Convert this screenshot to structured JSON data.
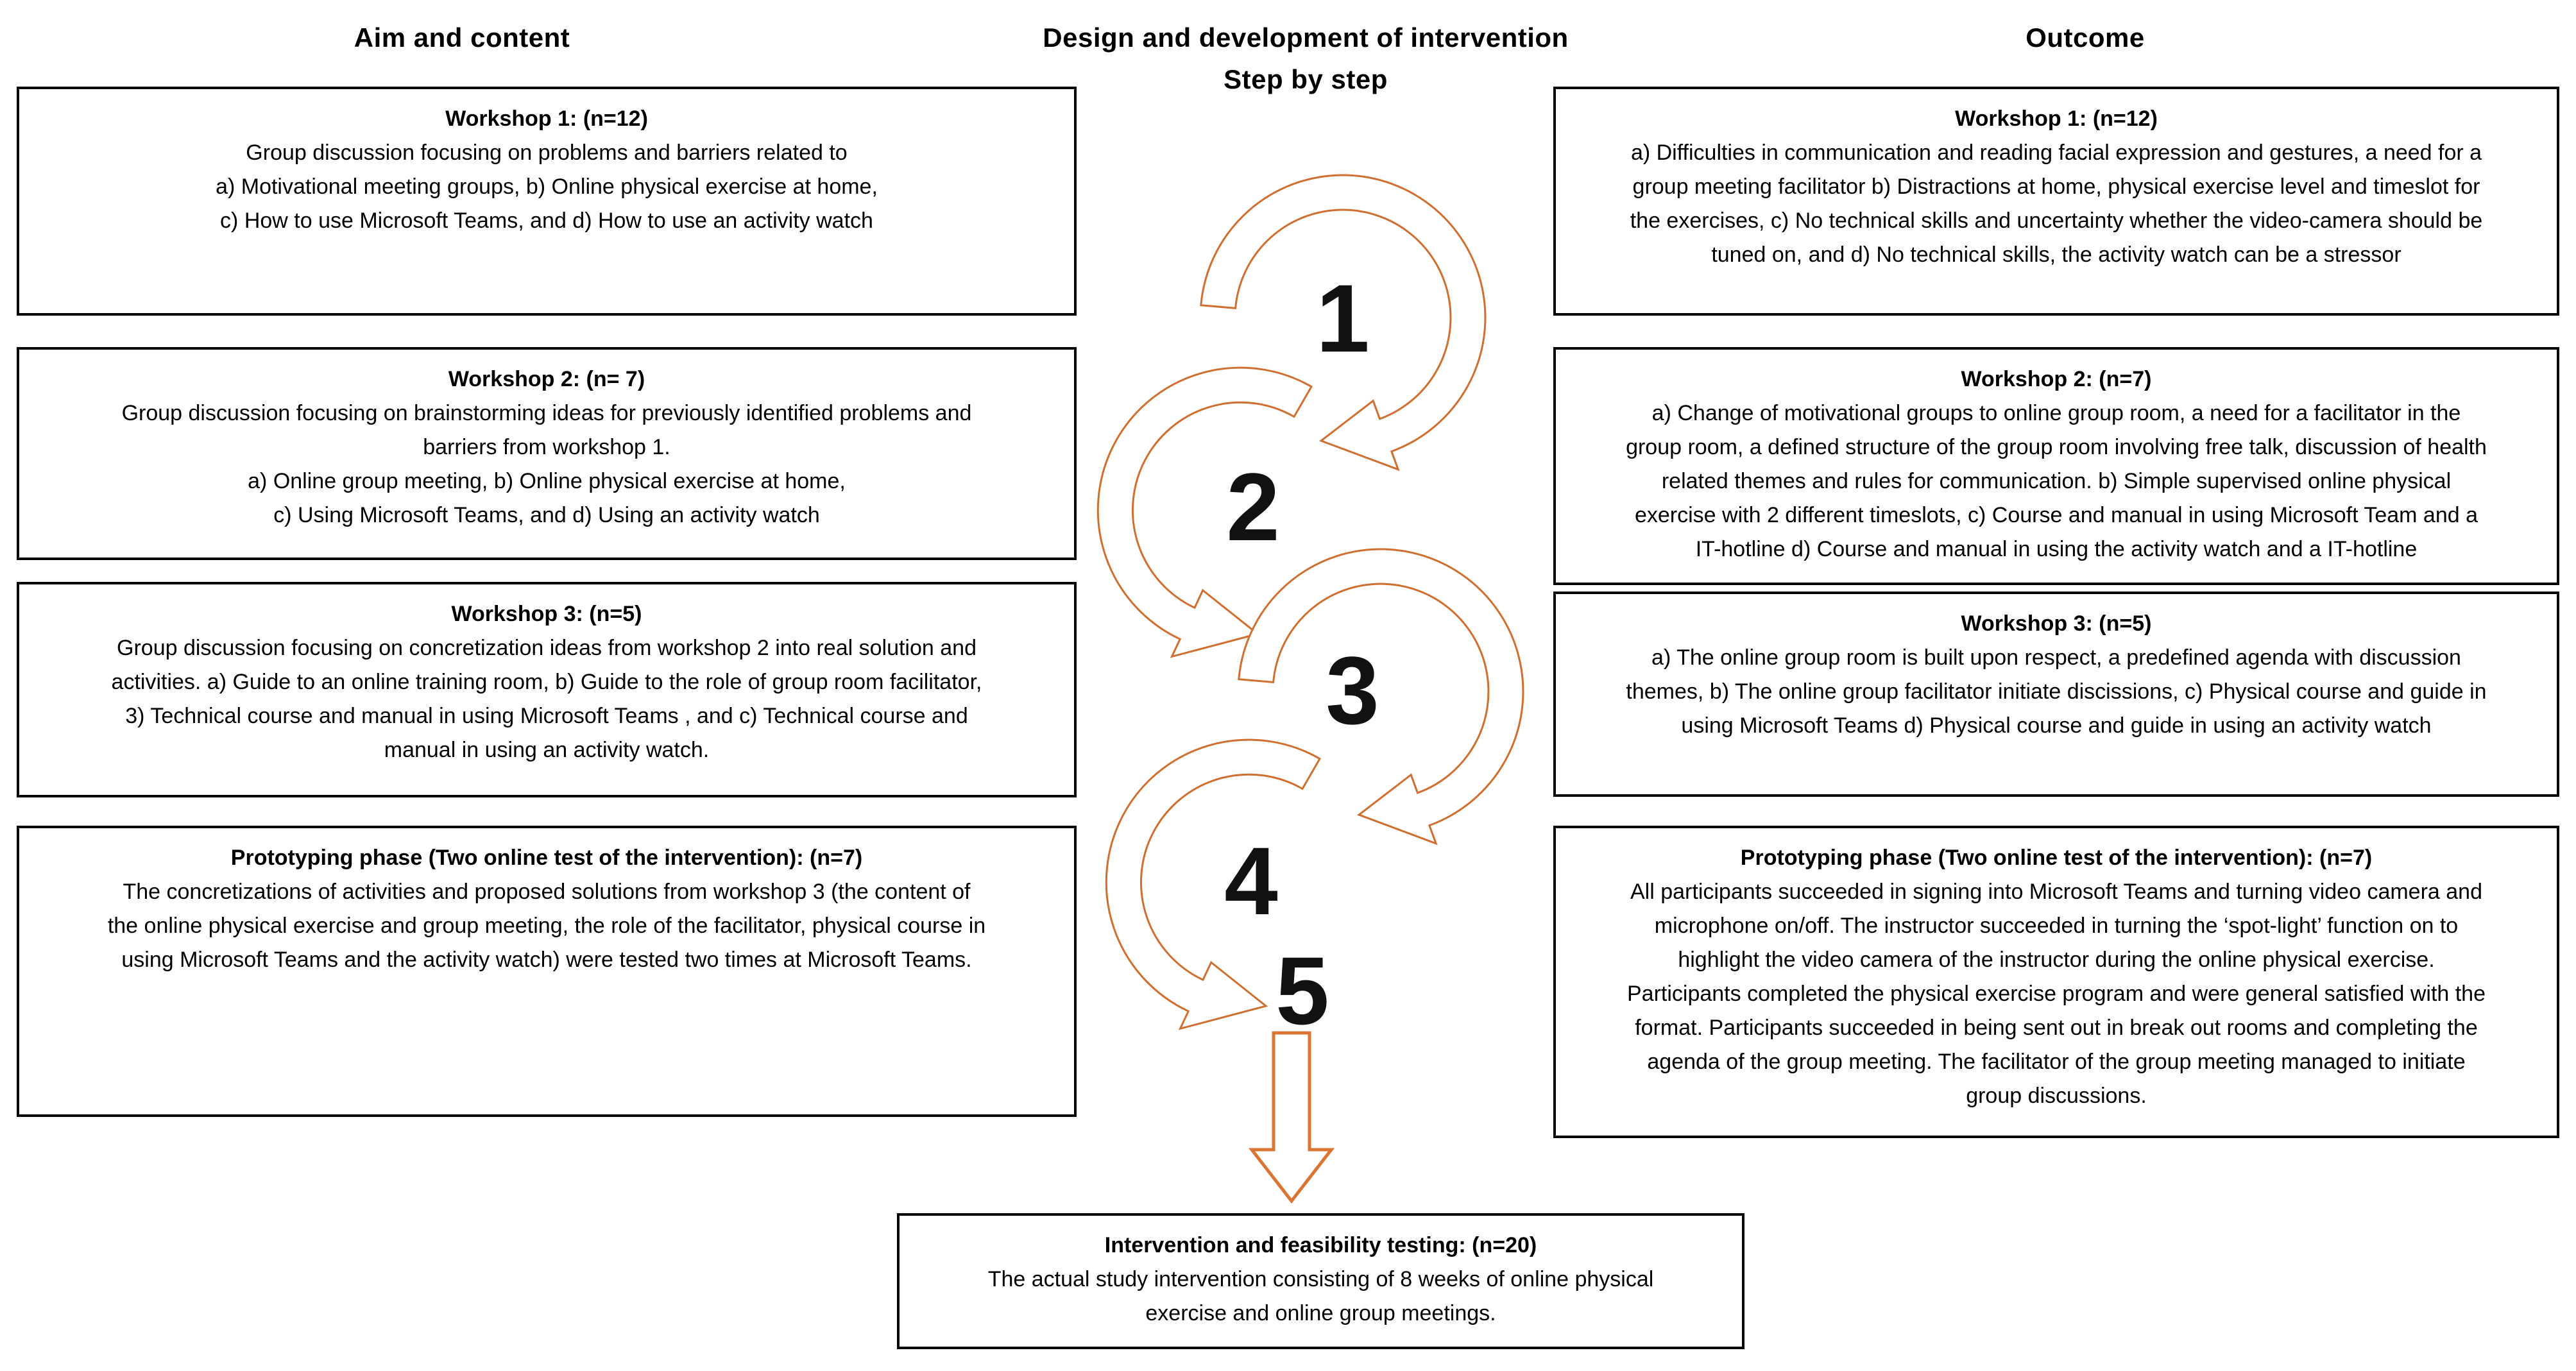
{
  "columns": {
    "left_header": "Aim and content",
    "center_header_line1": "Design and development of intervention",
    "center_header_line2": "Step by step",
    "right_header": "Outcome"
  },
  "colors": {
    "loop_stroke": "#D06F2F",
    "down_arrow_stroke": "#DC7434",
    "shape_fill": "#FFFFFF",
    "border_color": "#000000",
    "number_color": "#111111"
  },
  "center": {
    "steps": [
      "1",
      "2",
      "3",
      "4",
      "5"
    ]
  },
  "aim_boxes": [
    {
      "title": "Workshop 1: (n=12)",
      "body": "Group discussion focusing on problems and barriers related to\na) Motivational meeting groups, b) Online physical exercise at home,\nc) How to use Microsoft Teams, and d) How to use an activity watch"
    },
    {
      "title": "Workshop 2: (n= 7)",
      "body": "Group discussion focusing on brainstorming ideas for previously identified problems and\nbarriers from workshop 1.\na) Online group meeting, b) Online physical exercise at home,\nc) Using Microsoft Teams, and d) Using an activity watch"
    },
    {
      "title": "Workshop 3: (n=5)",
      "body": "Group discussion focusing on concretization ideas from workshop 2 into real solution and\nactivities. a) Guide to an online training room, b) Guide to the role of group room facilitator,\n3) Technical course and manual in using Microsoft Teams , and c) Technical course and\nmanual in using an activity watch."
    },
    {
      "title": "Prototyping phase (Two online test of the intervention): (n=7)",
      "body": "The concretizations of activities and proposed solutions from workshop 3 (the content of\nthe online physical exercise and group meeting, the role of the facilitator, physical course in\nusing Microsoft Teams and the activity watch) were tested two times at Microsoft Teams."
    }
  ],
  "outcome_boxes": [
    {
      "title": "Workshop 1: (n=12)",
      "body": "a) Difficulties in communication and reading facial expression and gestures, a need for a\ngroup meeting facilitator b) Distractions at home, physical exercise level and timeslot for\nthe exercises, c) No technical skills and uncertainty whether the video-camera should be\ntuned on, and d) No technical skills, the activity watch can be a stressor"
    },
    {
      "title": "Workshop 2: (n=7)",
      "body": "a)  Change of motivational groups to online group room, a need for a facilitator in the\ngroup room, a defined structure of the group room involving free talk, discussion of health\nrelated themes and rules for communication. b) Simple supervised online physical\nexercise with 2 different timeslots, c) Course and manual in using Microsoft Team and a\nIT-hotline d) Course and manual in using the activity watch and a IT-hotline"
    },
    {
      "title": "Workshop 3: (n=5)",
      "body": "a) The online group room is built upon respect, a predefined agenda with discussion\nthemes, b) The online group facilitator initiate discissions, c) Physical course and guide in\nusing Microsoft Teams d) Physical course and guide in using an activity watch"
    },
    {
      "title": "Prototyping phase (Two online test of the intervention): (n=7)",
      "body": "All participants succeeded in signing into Microsoft Teams and turning video camera and\nmicrophone on/off. The instructor succeeded in turning the ‘spot-light’ function on to\nhighlight the video camera of the instructor during the online physical exercise.\nParticipants completed the physical exercise program and were general satisfied with the\nformat. Participants succeeded in being sent out in break out rooms and completing the\nagenda of the group meeting. The facilitator of the group meeting managed to initiate\ngroup discussions."
    }
  ],
  "final_box": {
    "title": "Intervention and feasibility testing: (n=20)",
    "body": "The actual study intervention consisting of 8 weeks of online physical\nexercise and online group meetings."
  }
}
